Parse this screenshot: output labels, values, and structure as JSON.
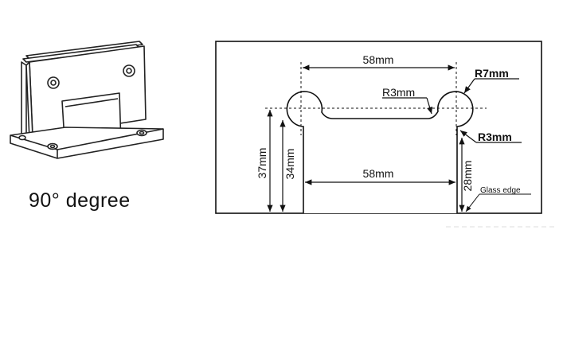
{
  "product": {
    "icon": "glass-hinge-clamp",
    "caption": "90° degree"
  },
  "drawing": {
    "dimensions": {
      "hole_spacing": "58mm",
      "cutout_width": "58mm",
      "large_radius": "R7mm",
      "slot_radius": "R3mm",
      "corner_radius": "R3mm",
      "left_depth_outer": "37mm",
      "left_depth_inner": "34mm",
      "right_depth": "28mm"
    },
    "note_glass_edge": "Glass edge"
  }
}
